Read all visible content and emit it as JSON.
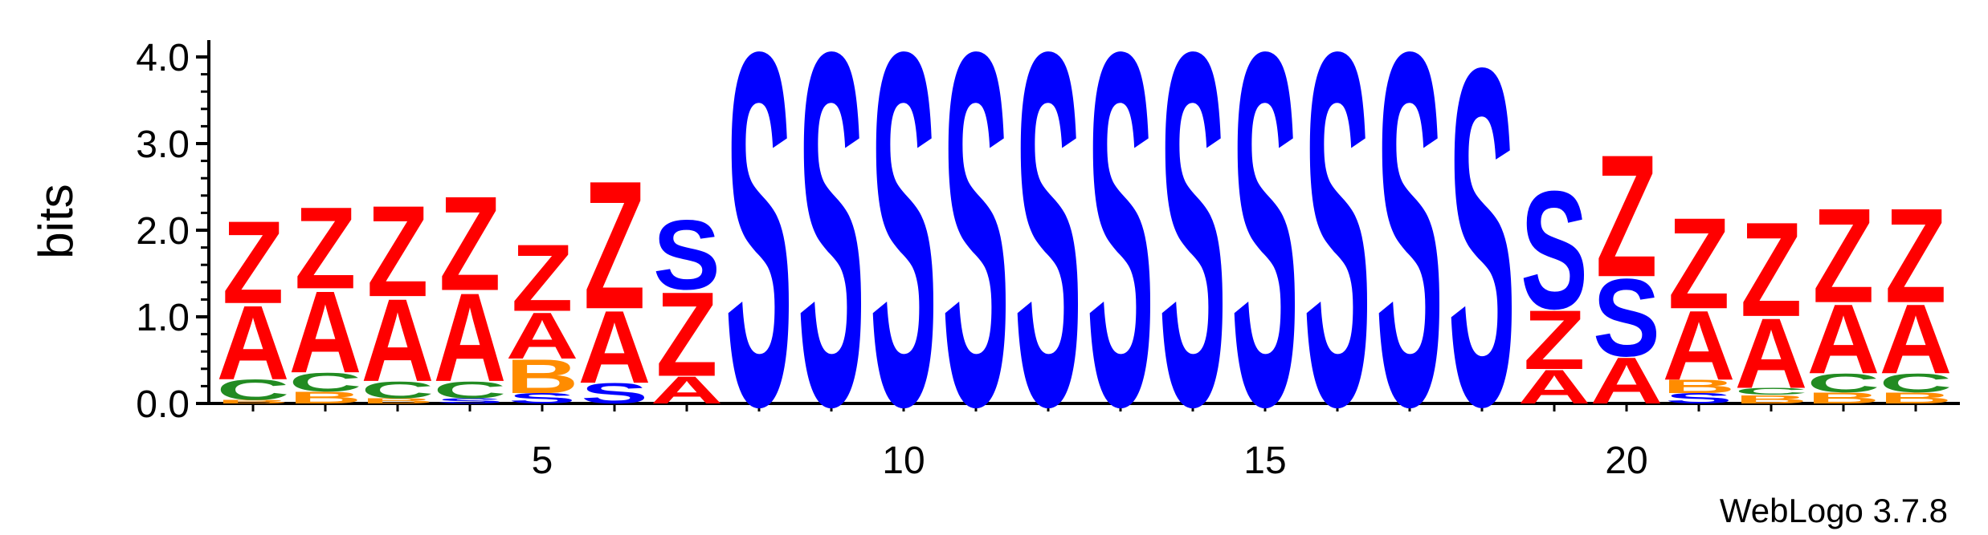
{
  "chart_data": {
    "type": "sequence-logo",
    "ylabel": "bits",
    "ylim": [
      0,
      4.2
    ],
    "y_ticks": [
      "0.0",
      "1.0",
      "2.0",
      "3.0",
      "4.0"
    ],
    "x_ticks": [
      "5",
      "10",
      "15",
      "20"
    ],
    "x_tick_values": [
      5,
      10,
      15,
      20
    ],
    "n_positions": 24,
    "colors": {
      "Z": "#ff0000",
      "A": "#ff0000",
      "S": "#0000ff",
      "B": "#ff8c00",
      "C": "#228b22"
    },
    "stacks": [
      {
        "position": 1,
        "letters": [
          {
            "l": "B",
            "b": 0.04
          },
          {
            "l": "C",
            "b": 0.24
          },
          {
            "l": "A",
            "b": 0.88
          },
          {
            "l": "Z",
            "b": 0.98
          }
        ]
      },
      {
        "position": 2,
        "letters": [
          {
            "l": "B",
            "b": 0.14
          },
          {
            "l": "C",
            "b": 0.22
          },
          {
            "l": "A",
            "b": 0.97
          },
          {
            "l": "Z",
            "b": 0.97
          }
        ]
      },
      {
        "position": 3,
        "letters": [
          {
            "l": "B",
            "b": 0.06
          },
          {
            "l": "C",
            "b": 0.2
          },
          {
            "l": "A",
            "b": 0.98
          },
          {
            "l": "Z",
            "b": 1.08
          }
        ]
      },
      {
        "position": 4,
        "letters": [
          {
            "l": "S",
            "b": 0.06
          },
          {
            "l": "C",
            "b": 0.2
          },
          {
            "l": "A",
            "b": 1.05
          },
          {
            "l": "Z",
            "b": 1.12
          }
        ]
      },
      {
        "position": 5,
        "letters": [
          {
            "l": "S",
            "b": 0.12
          },
          {
            "l": "B",
            "b": 0.4
          },
          {
            "l": "A",
            "b": 0.55
          },
          {
            "l": "Z",
            "b": 0.79
          }
        ]
      },
      {
        "position": 6,
        "letters": [
          {
            "l": "S",
            "b": 0.24
          },
          {
            "l": "A",
            "b": 0.86
          },
          {
            "l": "Z",
            "b": 1.52
          }
        ]
      },
      {
        "position": 7,
        "letters": [
          {
            "l": "A",
            "b": 0.32
          },
          {
            "l": "Z",
            "b": 1.0
          },
          {
            "l": "S",
            "b": 0.82
          }
        ]
      },
      {
        "position": 8,
        "letters": [
          {
            "l": "S",
            "b": 4.19
          }
        ]
      },
      {
        "position": 9,
        "letters": [
          {
            "l": "S",
            "b": 4.19
          }
        ]
      },
      {
        "position": 10,
        "letters": [
          {
            "l": "S",
            "b": 4.19
          }
        ]
      },
      {
        "position": 11,
        "letters": [
          {
            "l": "S",
            "b": 4.19
          }
        ]
      },
      {
        "position": 12,
        "letters": [
          {
            "l": "S",
            "b": 4.19
          }
        ]
      },
      {
        "position": 13,
        "letters": [
          {
            "l": "S",
            "b": 4.19
          }
        ]
      },
      {
        "position": 14,
        "letters": [
          {
            "l": "S",
            "b": 4.19
          }
        ]
      },
      {
        "position": 15,
        "letters": [
          {
            "l": "S",
            "b": 4.19
          }
        ]
      },
      {
        "position": 16,
        "letters": [
          {
            "l": "S",
            "b": 4.19
          }
        ]
      },
      {
        "position": 17,
        "letters": [
          {
            "l": "S",
            "b": 4.19
          }
        ]
      },
      {
        "position": 18,
        "letters": [
          {
            "l": "S",
            "b": 4.0
          }
        ]
      },
      {
        "position": 19,
        "letters": [
          {
            "l": "A",
            "b": 0.4
          },
          {
            "l": "Z",
            "b": 0.7
          },
          {
            "l": "S",
            "b": 1.4
          }
        ]
      },
      {
        "position": 20,
        "letters": [
          {
            "l": "A",
            "b": 0.55
          },
          {
            "l": "S",
            "b": 0.92
          },
          {
            "l": "Z",
            "b": 1.45
          }
        ]
      },
      {
        "position": 21,
        "letters": [
          {
            "l": "S",
            "b": 0.12
          },
          {
            "l": "B",
            "b": 0.16
          },
          {
            "l": "A",
            "b": 0.82
          },
          {
            "l": "Z",
            "b": 1.08
          }
        ]
      },
      {
        "position": 22,
        "letters": [
          {
            "l": "B",
            "b": 0.1
          },
          {
            "l": "C",
            "b": 0.08
          },
          {
            "l": "A",
            "b": 0.83
          },
          {
            "l": "Z",
            "b": 1.12
          }
        ]
      },
      {
        "position": 23,
        "letters": [
          {
            "l": "B",
            "b": 0.13
          },
          {
            "l": "C",
            "b": 0.22
          },
          {
            "l": "A",
            "b": 0.82
          },
          {
            "l": "Z",
            "b": 1.12
          }
        ]
      },
      {
        "position": 24,
        "letters": [
          {
            "l": "B",
            "b": 0.13
          },
          {
            "l": "C",
            "b": 0.22
          },
          {
            "l": "A",
            "b": 0.82
          },
          {
            "l": "Z",
            "b": 1.12
          }
        ]
      }
    ]
  },
  "footer": {
    "version": "WebLogo 3.7.8"
  }
}
